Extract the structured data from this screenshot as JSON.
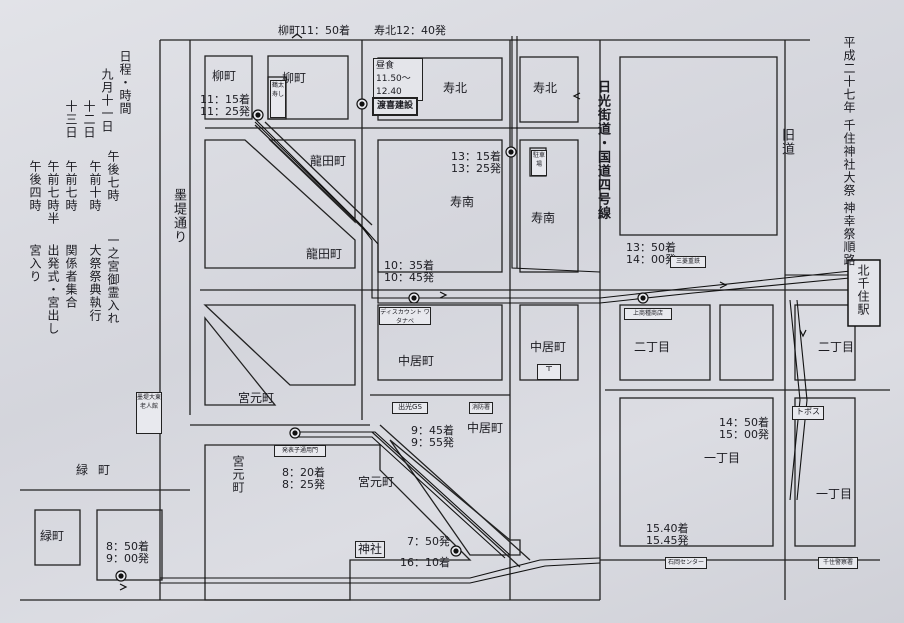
{
  "title": "平成二十七年 千住神社大祭 神幸祭順路",
  "schedule": {
    "heading": "日程・時間",
    "dates": [
      "九月十一日",
      "十二日",
      "十三日"
    ],
    "times": [
      "午後七時",
      "午前十時",
      "午前七時",
      "午前七時半",
      "午後四時"
    ],
    "events": [
      "一之宮御霊入れ",
      "大祭祭典執行",
      "関係者集合",
      "出発式・宮出し",
      "宮入り"
    ]
  },
  "roads": {
    "nikko": "日光街道・国道四号線",
    "old_road": "旧道",
    "bokutei": "墨堤通り"
  },
  "station": "北千住駅",
  "areas": {
    "yanagicho1": "柳町",
    "yanagicho2": "柳町",
    "kotobukikita1": "寿北",
    "kotobukikita2": "寿北",
    "ryudencho1": "龍田町",
    "ryudencho2": "龍田町",
    "kotobukiminami1": "寿南",
    "kotobukiminami2": "寿南",
    "nakaicho1": "中居町",
    "nakaicho2": "中居町",
    "nakaicho3": "中居町",
    "miyamotocho1": "宮元町",
    "miyamotocho2": "宮元町",
    "miyamotocho3": "宮元町",
    "nichome1": "二丁目",
    "nichome2": "二丁目",
    "itchome1": "一丁目",
    "itchome2": "一丁目",
    "midoricho1": "緑町",
    "midoricho2": "緑町",
    "jinja": "神社"
  },
  "stops": {
    "top_arr": "柳町11：50着",
    "top_dep": "寿北12：40発",
    "lunch": "昼食",
    "lunch_time1": "11.50～",
    "lunch_time2": "12.40",
    "watanabe": "渡喜建設",
    "yanagi_arr": "11：15着",
    "yanagi_dep": "11：25発",
    "kminami_arr": "13：15着",
    "kminami_dep": "13：25発",
    "ryuden_arr": "10：35着",
    "ryuden_dep": "10：45発",
    "nichome_arr": "13：50着",
    "nichome_dep": "14：00発",
    "nakai_arr": "9：45着",
    "nakai_dep": "9：55発",
    "itchome_arr": "14：50着",
    "itchome_dep": "15：00発",
    "miyamoto_arr": "8：20着",
    "miyamoto_dep": "8：25発",
    "midori_arr": "8：50着",
    "midori_dep": "9：00発",
    "jinja_dep": "7：50発",
    "jinja_arr": "16：10着",
    "end_arr": "15.40着",
    "end_dep": "15.45発"
  },
  "landmarks": {
    "discount": "ディスカウント ワタナベ",
    "idemitsu": "出光GS",
    "fire": "消防署",
    "kamiseki": "上商種商店",
    "chusha": "駐車場",
    "sanyo": "三菱重鉄",
    "tsuru": "鶴太寿し",
    "kaiko": "発表子通用門",
    "topos": "トポス",
    "kokuni": "石岡センター",
    "police": "千住警察署",
    "bokutei_box": "墨堤大東 老人館",
    "nakai_small": "〒"
  }
}
